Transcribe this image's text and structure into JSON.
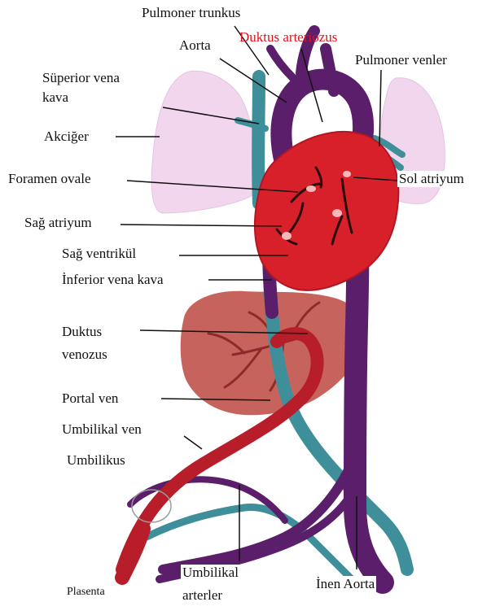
{
  "labels": {
    "pulmoner_trunkus": "Pulmoner trunkus",
    "aorta": "Aorta",
    "duktus_arteriozus": "Duktus arteriozus",
    "pulmoner_venler": "Pulmoner venler",
    "superior_vena_kava_1": "Süperior vena",
    "superior_vena_kava_2": "kava",
    "akciger": "Akciğer",
    "foramen_ovale": "Foramen ovale",
    "sol_atriyum": "Sol atriyum",
    "sag_atriyum": "Sağ atriyum",
    "sag_ventrikul": "Sağ ventrikül",
    "inferior_vena_kava": "İnferior vena kava",
    "duktus_venozus_1": "Duktus",
    "duktus_venozus_2": "venozus",
    "portal_ven": "Portal ven",
    "umbilikal_ven": "Umbilikal ven",
    "umbilikus": "Umbilikus",
    "umbilikal_arterler_1": "Umbilikal",
    "umbilikal_arterler_2": "arterler",
    "inen_aorta": "İnen Aorta",
    "plasenta": "Plasenta"
  },
  "colors": {
    "heart": "#d8202b",
    "lung": "#f2d6ee",
    "liver": "#c0524a",
    "vein_teal": "#3f8f9a",
    "vessel_purple": "#5a1e6a",
    "umbilical_red": "#b81e2a",
    "highlight_label": "#e8101b"
  }
}
